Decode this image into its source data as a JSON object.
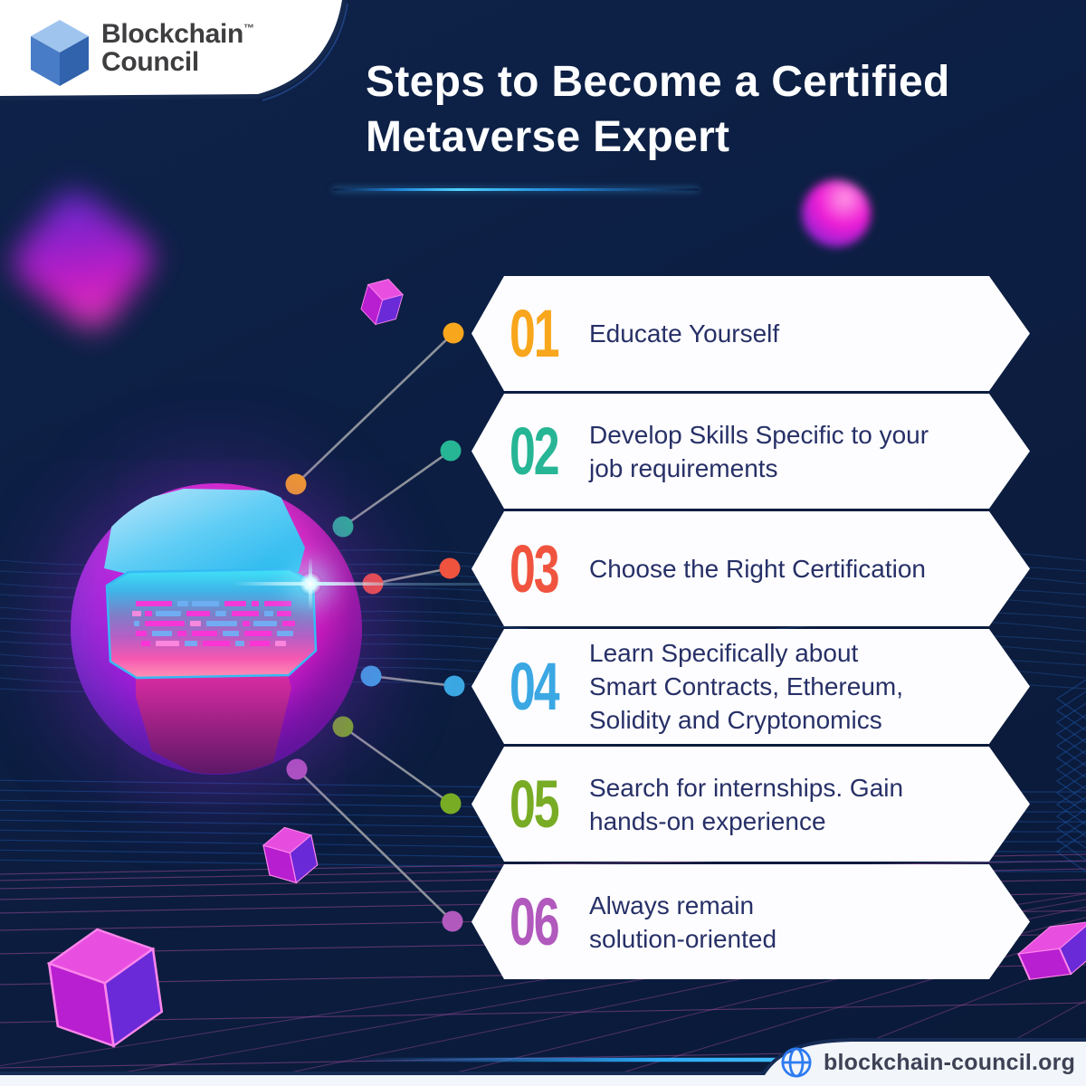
{
  "logo": {
    "brand_line1": "Blockchain",
    "brand_line2": "Council",
    "trademark": "™",
    "icon": "cube-logo"
  },
  "header": {
    "title": "Steps to Become a Certified\nMetaverse Expert"
  },
  "steps": [
    {
      "number": "01",
      "label": "Educate Yourself",
      "color": "#F8A61C"
    },
    {
      "number": "02",
      "label": "Develop Skills Specific to your\njob requirements",
      "color": "#27B695"
    },
    {
      "number": "03",
      "label": "Choose the Right Certification",
      "color": "#F0543F"
    },
    {
      "number": "04",
      "label": "Learn Specifically about\nSmart Contracts, Ethereum,\nSolidity and Cryptonomics",
      "color": "#3BA8E3"
    },
    {
      "number": "05",
      "label": "Search for internships. Gain\nhands-on experience",
      "color": "#79AC25"
    },
    {
      "number": "06",
      "label": "Always remain\nsolution-oriented",
      "color": "#B159BD"
    }
  ],
  "footer": {
    "website": "blockchain-council.org",
    "icon": "globe-icon"
  },
  "colors": {
    "background": "#0C1D40",
    "accent_cyan": "#2DB9F7",
    "banner": "#FFFFFF",
    "step_text": "#273067",
    "connector_line": "#8E939B"
  }
}
